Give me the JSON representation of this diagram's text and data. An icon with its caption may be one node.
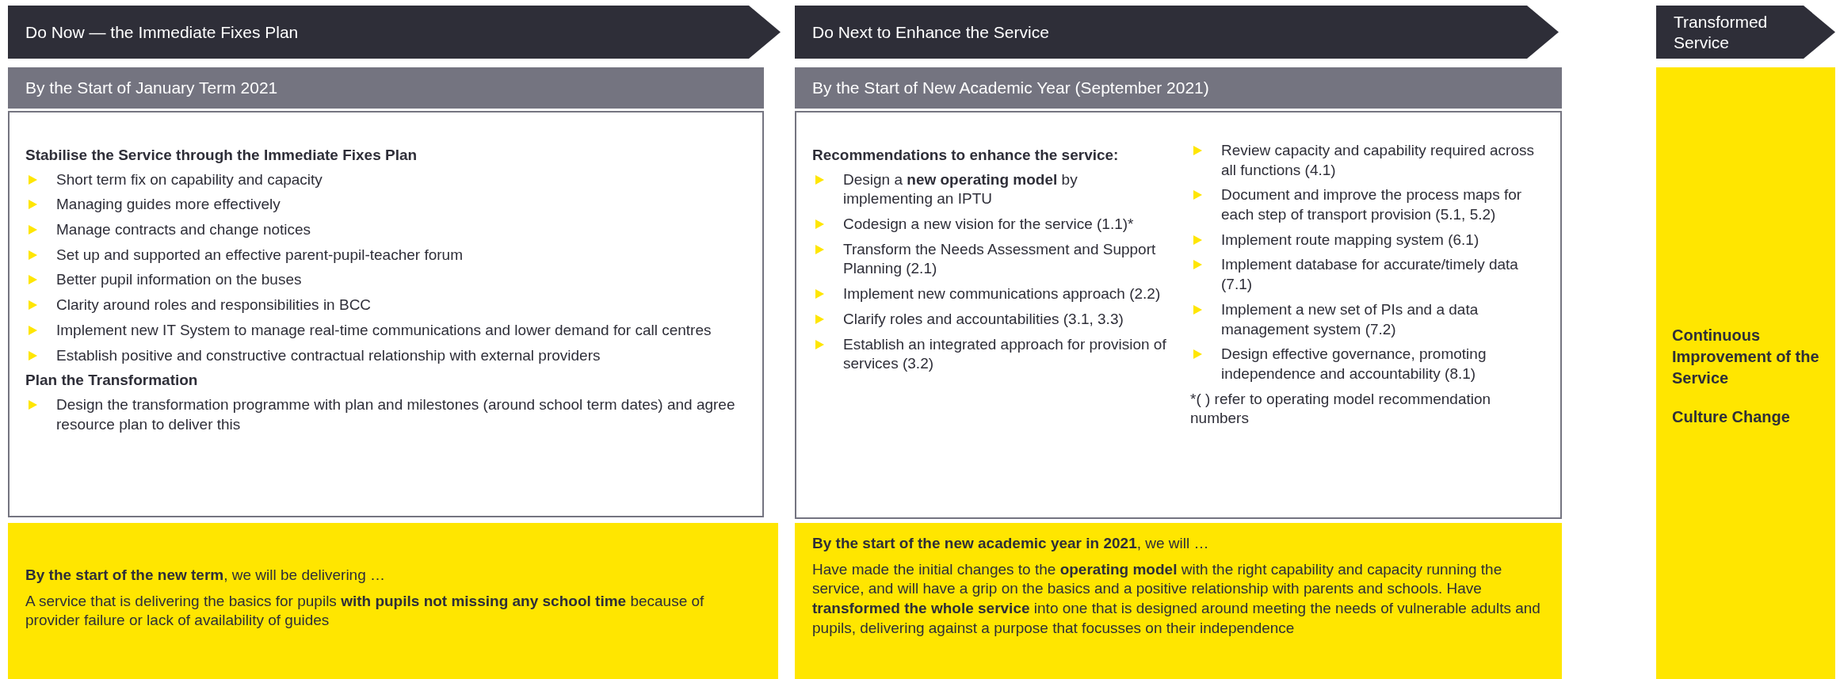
{
  "diagram": {
    "nodes": [
      {
        "text": [
          "Do Now — the Immediate Fixes Plan"
        ]
      },
      {
        "text": [
          "Do Next to Enhance the Service"
        ]
      },
      {
        "text": [
          "Transformed Service"
        ]
      },
      {
        "text": [
          "By the Start of January Term 2021"
        ]
      },
      {
        "text": [
          "By the Start of New Academic Year (September 2021)"
        ]
      },
      {
        "text": [
          "Continuous Improvement of the Service",
          "Culture Change"
        ]
      },
      {
        "text": [
          "Stabilise the Service through the Immediate Fixes Plan",
          "Short term fix on capability and capacity",
          "Managing guides more effectively",
          "Manage contracts and change notices",
          "Set up and supported an effective parent-pupil-teacher forum",
          "Better pupil information on the buses",
          "Clarity around roles and responsibilities in BCC",
          "Implement new IT System to manage real-time communications and lower demand for call centres",
          "Establish positive and constructive contractual relationship with external providers",
          "Plan the Transformation",
          "Design the transformation programme with plan and milestones (around school term dates) and agree resource plan to deliver this"
        ]
      },
      {
        "text": [
          "Recommendations to enhance the service:",
          "Design a **new operating model** by implementing an IPTU",
          "Codesign a new vision for the service (1.1)*",
          "Transform the Needs Assessment and Support Planning (2.1)",
          "Implement new communications approach (2.2)",
          "Clarify roles and accountabilities (3.1, 3.3)",
          "Establish an integrated approach for provision of services (3.2)",
          "Review capacity and capability required across all functions (4.1)",
          "Document and improve the process maps for each step of transport provision (5.1, 5.2)",
          "Implement route mapping system (6.1)",
          "Implement database for accurate/timely data (7.1)",
          "Implement a new set of PIs and a data management system (7.2)",
          "Design effective governance, promoting independence and accountability (8.1)",
          "*( ) refer to operating model recommendation numbers"
        ]
      },
      {
        "text": [
          "**By the start of the new term**, we will be delivering …",
          "A service that is delivering the basics for pupils **with pupils not missing any school time** because of provider failure or lack of availability of guides"
        ]
      },
      {
        "text": [
          "**By the start of the new academic year in 2021**, we will …",
          "Have made the initial changes to the **operating model** with the right capability and capacity running the service, and will have a grip on the basics and a positive relationship with parents and schools. Have **transformed the whole service** into one that is designed around meeting the needs of vulnerable adults and pupils, delivering against a purpose that focusses on their independence"
        ]
      }
    ]
  }
}
